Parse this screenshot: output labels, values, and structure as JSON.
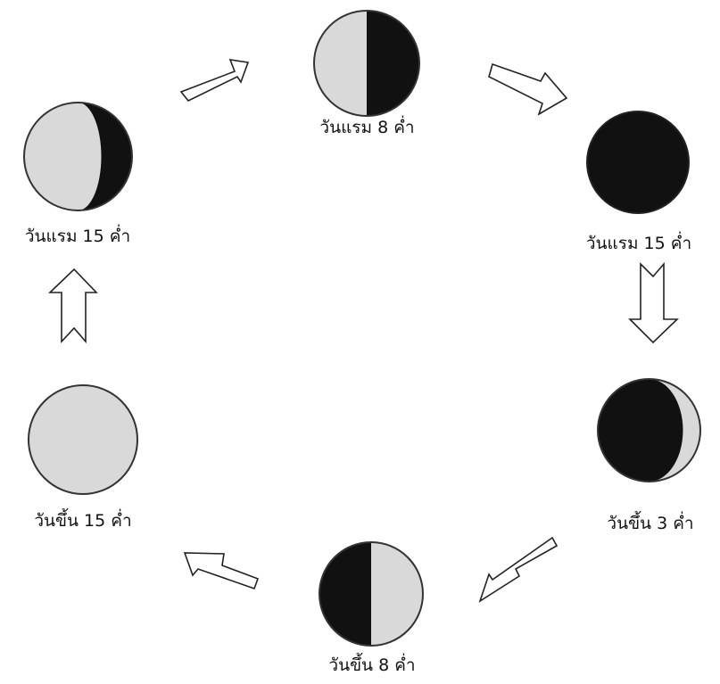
{
  "colors": {
    "lit": "#d9d9d9",
    "dark": "#111111",
    "outline": "#333333",
    "arrow_fill": "#ffffff",
    "arrow_stroke": "#222222"
  },
  "diagram": {
    "phases": [
      {
        "label": "วันแรม 8 ค่ำ",
        "dark_side": "right",
        "dark_fraction": 0.5
      },
      {
        "label": "วันแรม 15 ค่ำ",
        "dark_side": "all",
        "dark_fraction": 1.0
      },
      {
        "label": "วันขึ้น 3 ค่ำ",
        "dark_side": "left",
        "dark_fraction": 0.75
      },
      {
        "label": "วันขึ้น 8 ค่ำ",
        "dark_side": "left",
        "dark_fraction": 0.5
      },
      {
        "label": "วันขึ้น 15 ค่ำ",
        "dark_side": "none",
        "dark_fraction": 0.0
      },
      {
        "label": "วันแรม 15 ค่ำ",
        "dark_side": "right",
        "dark_fraction": 0.25
      }
    ],
    "arrows": [
      {
        "from": "วันแรม 8 ค่ำ",
        "to": "วันแรม 15 ค่ำ"
      },
      {
        "from": "วันแรม 15 ค่ำ",
        "to": "วันขึ้น 3 ค่ำ"
      },
      {
        "from": "วันขึ้น 3 ค่ำ",
        "to": "วันขึ้น 8 ค่ำ"
      },
      {
        "from": "วันขึ้น 8 ค่ำ",
        "to": "วันขึ้น 15 ค่ำ"
      },
      {
        "from": "วันขึ้น 15 ค่ำ",
        "to": "วันแรม 15 ค่ำ"
      },
      {
        "from": "วันแรม 15 ค่ำ",
        "to": "วันแรม 8 ค่ำ"
      }
    ]
  }
}
